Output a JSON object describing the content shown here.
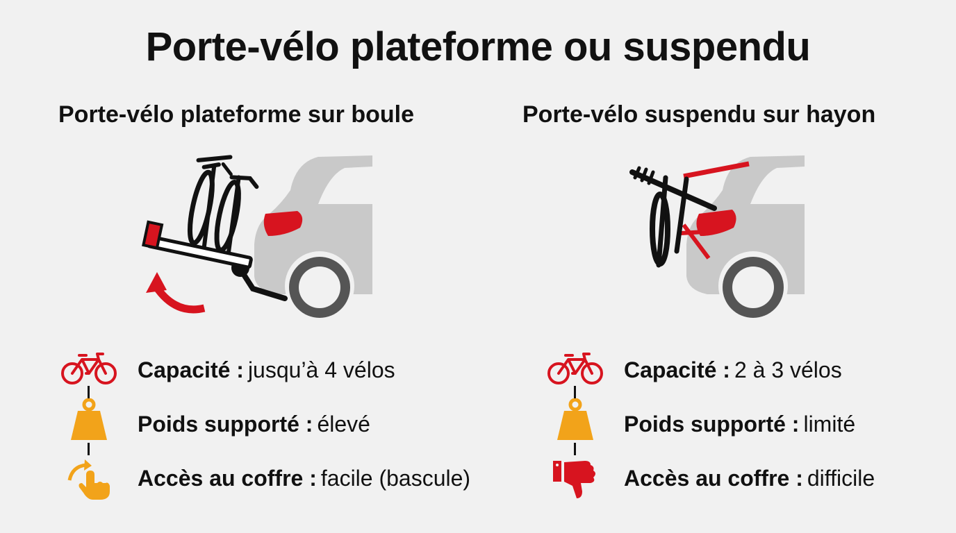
{
  "title": "Porte-vélo plateforme ou suspendu",
  "colors": {
    "red": "#d7141f",
    "orange": "#f2a31a",
    "car_gray": "#c9c9c9",
    "wheel_dark": "#555555",
    "text": "#111111"
  },
  "left": {
    "heading": "Porte-vélo plateforme sur boule",
    "features": [
      {
        "icon": "bicycle-icon",
        "label": "Capacité :",
        "value": "jusqu’à 4 vélos"
      },
      {
        "icon": "weight-icon",
        "label": "Poids supporté :",
        "value": "élevé"
      },
      {
        "icon": "tilt-hand-icon",
        "label": "Accès au coffre :",
        "value": "facile (bascule)"
      }
    ]
  },
  "right": {
    "heading": "Porte-vélo suspendu sur hayon",
    "features": [
      {
        "icon": "bicycle-icon",
        "label": "Capacité :",
        "value": "2 à 3 vélos"
      },
      {
        "icon": "weight-icon",
        "label": "Poids supporté :",
        "value": "limité"
      },
      {
        "icon": "thumbs-down-icon",
        "label": "Accès au coffre :",
        "value": "difficile"
      }
    ]
  }
}
